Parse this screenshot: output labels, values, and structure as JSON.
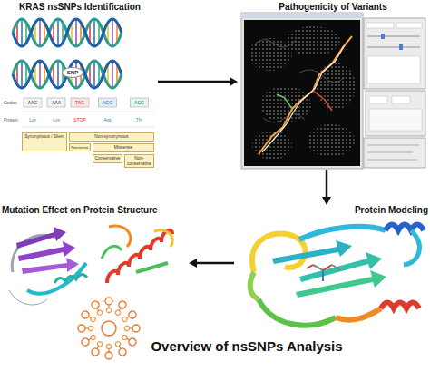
{
  "diagram": {
    "title": "Overview of nsSNPs Analysis",
    "nodes": [
      {
        "text": [
          "KRAS nsSNPs Identification"
        ]
      },
      {
        "text": [
          "SNP"
        ],
        "in": 0
      },
      {
        "text": [
          "Synonymous / Silent"
        ],
        "in": 0
      },
      {
        "text": [
          "Non-synonymous"
        ],
        "in": 0
      },
      {
        "text": [
          "Nonsense"
        ],
        "in": 0
      },
      {
        "text": [
          "Missense"
        ],
        "in": 0
      },
      {
        "text": [
          "Conservative"
        ],
        "in": 0
      },
      {
        "text": [
          "Non-conservative"
        ],
        "in": 0
      },
      {
        "text": [
          "Pathogenicity of Variants"
        ]
      },
      {
        "text": [
          "Mutation Effect on Protein Structure"
        ]
      },
      {
        "text": [
          "Protein Modeling"
        ]
      }
    ],
    "edges": [
      {
        "from": 0,
        "to": 8,
        "arrow": "to"
      },
      {
        "from": 8,
        "to": 10,
        "arrow": "to"
      },
      {
        "from": 10,
        "to": 9,
        "arrow": "to"
      }
    ],
    "labels": [
      "Codon",
      "AAG",
      "AAA",
      "TAG",
      "AGG",
      "ACG",
      "Protein",
      "Lys",
      "Lys",
      "STOP",
      "Arg",
      "Thr"
    ]
  }
}
